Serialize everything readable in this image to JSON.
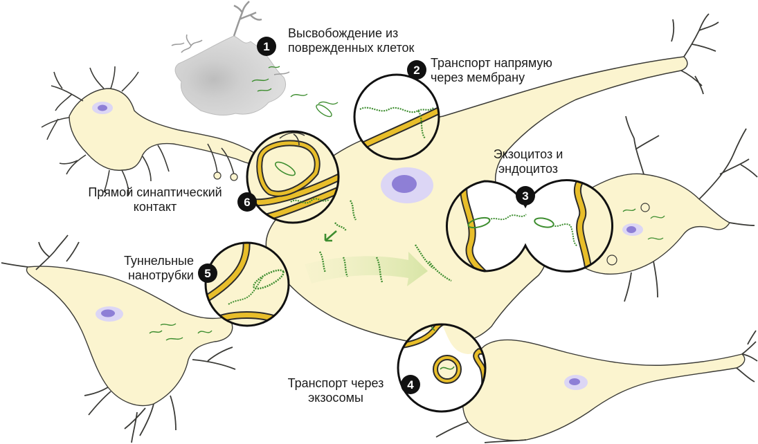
{
  "colors": {
    "cytoplasm": "#fbf4cf",
    "cell_outline": "#3a3a36",
    "membrane": "#e8be2a",
    "membrane_outline": "#2b2b2b",
    "nucleus": "#8e7fd6",
    "nucleus_halo": "#dcd6f5",
    "protein": "#3d8d2f",
    "dead_cell": "#d2d2d2",
    "badge": "#111111",
    "text": "#1a1a1a"
  },
  "mechanisms": [
    {
      "number": "1",
      "lines": [
        "Высвобождение из",
        "поврежденных клеток"
      ]
    },
    {
      "number": "2",
      "lines": [
        "Транспорт напрямую",
        "через мембрану"
      ]
    },
    {
      "number": "3",
      "lines": [
        "Экзоцитоз и",
        "эндоцитоз"
      ]
    },
    {
      "number": "4",
      "lines": [
        "Транспорт через",
        "экзосомы"
      ]
    },
    {
      "number": "5",
      "lines": [
        "Туннельные",
        "нанотрубки"
      ]
    },
    {
      "number": "6",
      "lines": [
        "Прямой синаптический",
        "контакт"
      ]
    }
  ]
}
